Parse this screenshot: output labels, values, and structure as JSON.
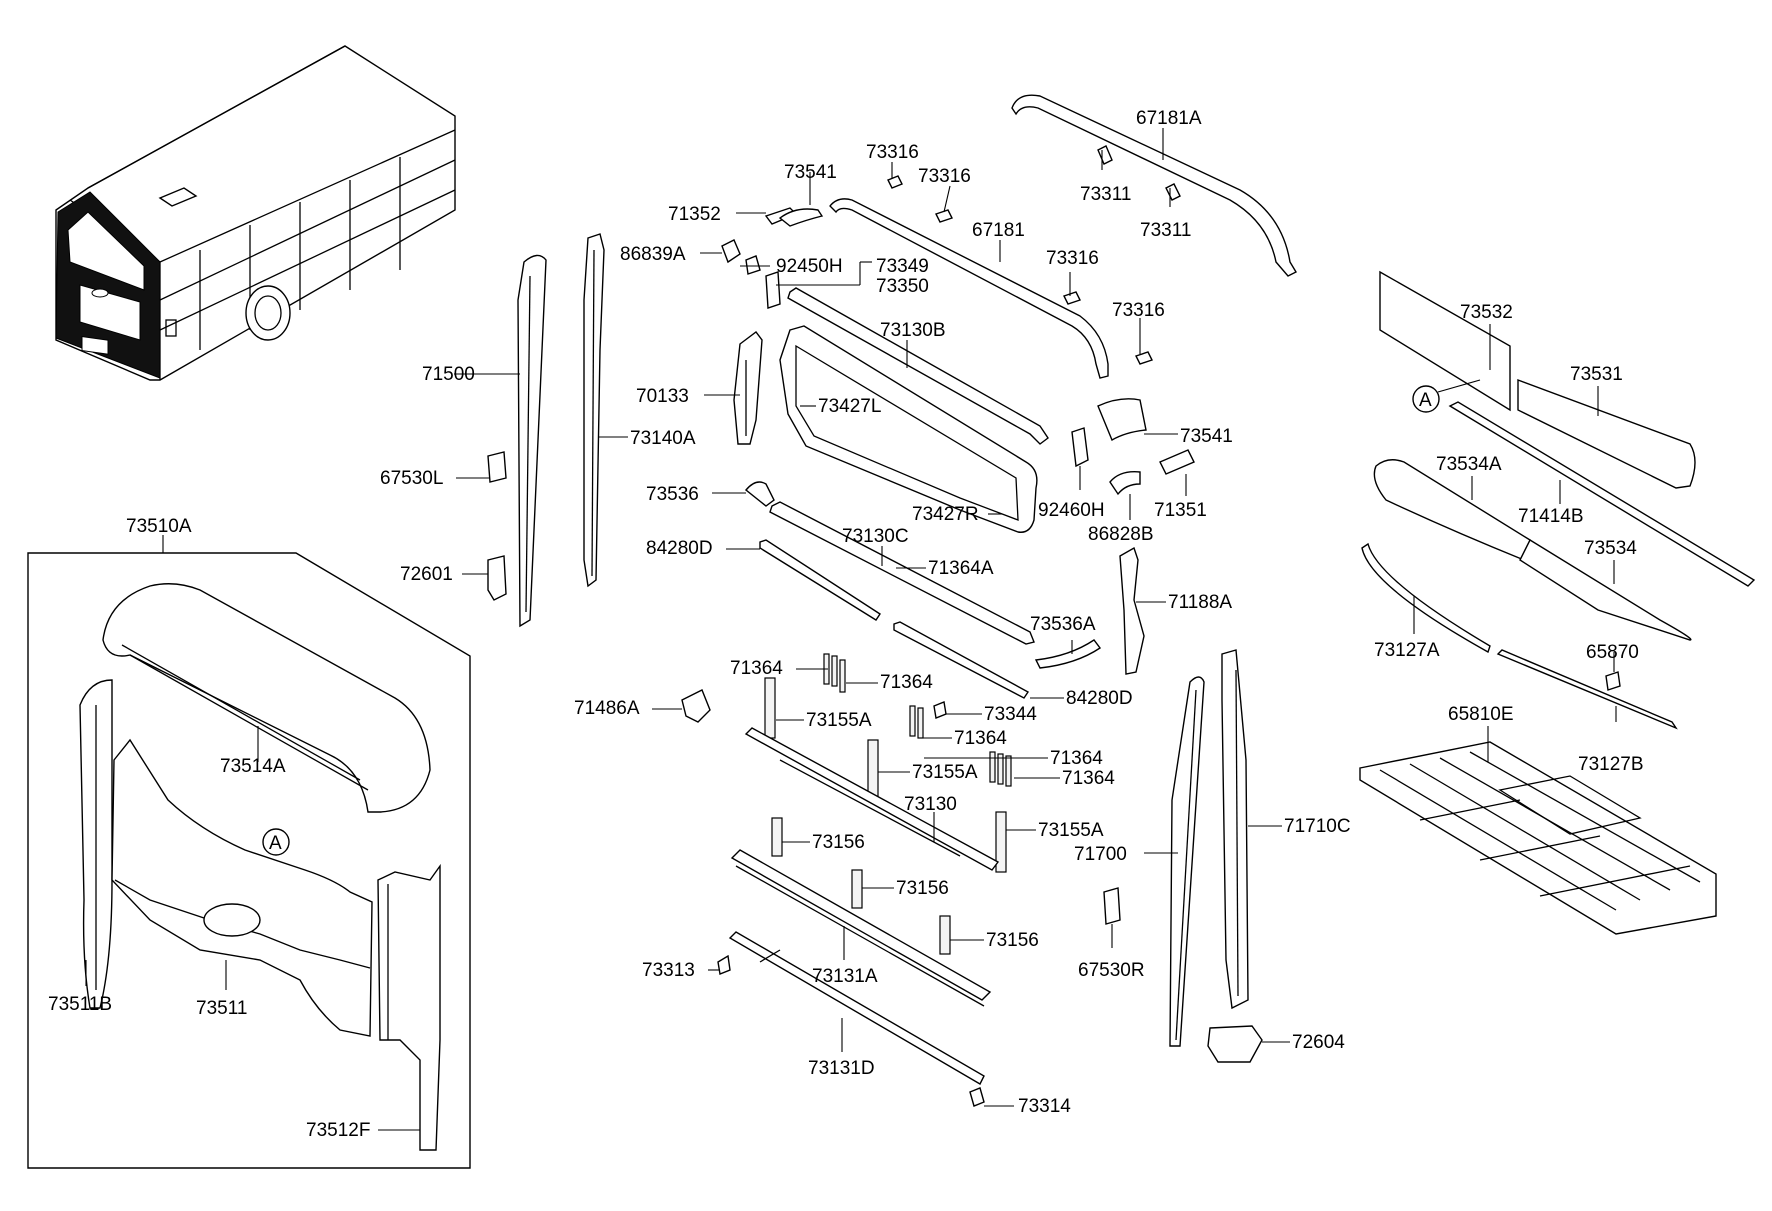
{
  "callouts": {
    "c_67181A": "67181A",
    "c_73316_a": "73316",
    "c_73316_b": "73316",
    "c_73541_a": "73541",
    "c_71352": "71352",
    "c_73311_a": "73311",
    "c_73311_b": "73311",
    "c_67181": "67181",
    "c_86839A": "86839A",
    "c_92450H": "92450H",
    "c_73349": "73349",
    "c_73350": "73350",
    "c_73316_c": "73316",
    "c_73316_d": "73316",
    "c_73130B": "73130B",
    "c_71500": "71500",
    "c_70133": "70133",
    "c_73427L": "73427L",
    "c_73140A": "73140A",
    "c_73541_b": "73541",
    "c_67530L": "67530L",
    "c_73536": "73536",
    "c_92460H": "92460H",
    "c_71351": "71351",
    "c_73427R": "73427R",
    "c_86828B": "86828B",
    "c_73130C": "73130C",
    "c_84280D_a": "84280D",
    "c_71364A": "71364A",
    "c_72601": "72601",
    "c_71188A": "71188A",
    "c_73510A": "73510A",
    "c_73536A": "73536A",
    "c_71364_a": "71364",
    "c_71364_b": "71364",
    "c_84280D_b": "84280D",
    "c_71486A": "71486A",
    "c_73155A_a": "73155A",
    "c_73344": "73344",
    "c_71364_c": "71364",
    "c_73514A": "73514A",
    "c_73155A_b": "73155A",
    "c_71364_d": "71364",
    "c_71364_e": "71364",
    "c_73130": "73130",
    "c_73155A_c": "73155A",
    "c_73156_a": "73156",
    "c_71700": "71700",
    "c_71710C": "71710C",
    "c_73156_b": "73156",
    "c_73156_c": "73156",
    "c_73313": "73313",
    "c_73131A": "73131A",
    "c_67530R": "67530R",
    "c_73511B": "73511B",
    "c_73511": "73511",
    "c_73131D": "73131D",
    "c_72604": "72604",
    "c_73314": "73314",
    "c_73512F": "73512F",
    "c_73532": "73532",
    "c_73531": "73531",
    "c_73534A": "73534A",
    "c_73414B": "71414B",
    "c_73534": "73534",
    "c_73127A": "73127A",
    "c_65870": "65870",
    "c_65810E": "65810E",
    "c_73127B": "73127B",
    "ref_A_1": "A",
    "ref_A_2": "A"
  },
  "icons": {
    "bus": "bus-rear-view-icon",
    "ref_marker": "circled-letter-marker"
  }
}
